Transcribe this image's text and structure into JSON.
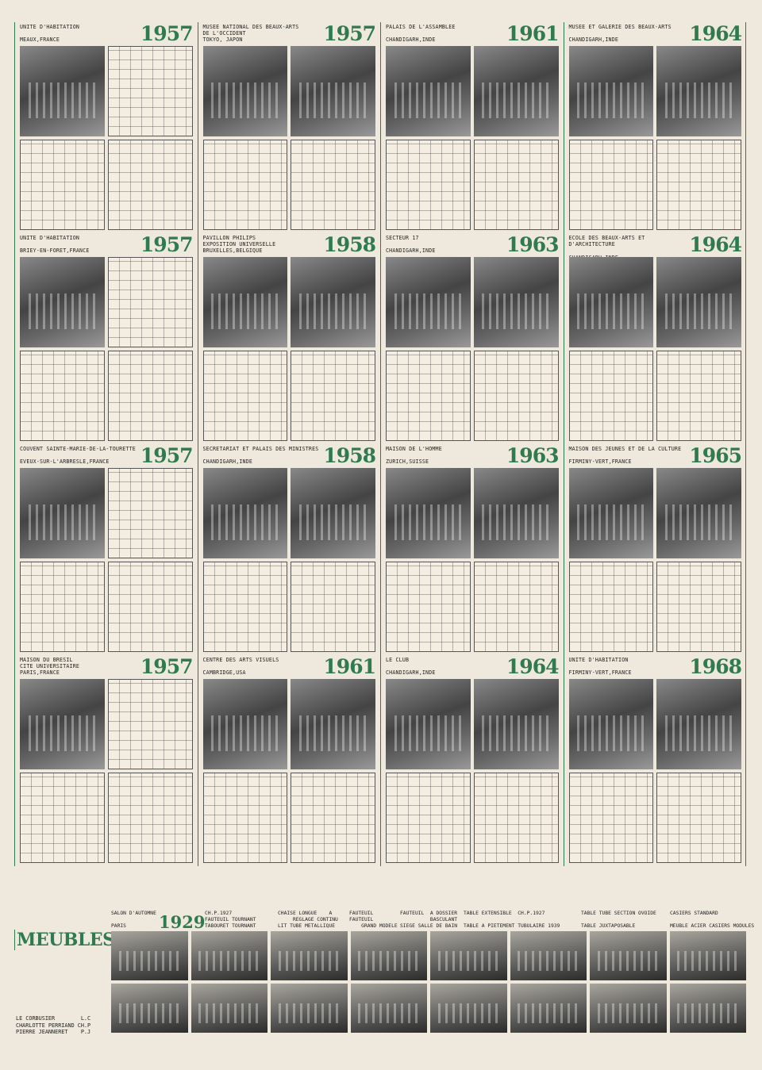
{
  "cells": [
    {
      "caption": "UNITE D'HABITATION\n\nMEAUX,FRANCE",
      "year": "1957"
    },
    {
      "caption": "MUSEE NATIONAL DES BEAUX-ARTS\nDE L'OCCIDENT\nTOKYO, JAPON",
      "year": "1957"
    },
    {
      "caption": "PALAIS DE L'ASSAMBLEE\n\nCHANDIGARH,INDE",
      "year": "1961"
    },
    {
      "caption": "MUSEE ET GALERIE DES BEAUX-ARTS\n\nCHANDIGARH,INDE",
      "year": "1964"
    },
    {
      "caption": "UNITE D'HABITATION\n\nBRIEY-EN-FORET,FRANCE",
      "year": "1957"
    },
    {
      "caption": "PAVILLON PHILIPS\nEXPOSITION UNIVERSELLE\nBRUXELLES,BELGIQUE",
      "year": "1958"
    },
    {
      "caption": "SECTEUR 17\n\nCHANDIGARH,INDE",
      "year": "1963"
    },
    {
      "caption": "ECOLE DES BEAUX-ARTS ET D'ARCHITECTURE\n\nCHANDIGARH,INDE",
      "year": "1964"
    },
    {
      "caption": "COUVENT SAINTE-MARIE-DE-LA-TOURETTE\n\nEVEUX-SUR-L'ARBRESLE,FRANCE",
      "year": "1957"
    },
    {
      "caption": "SECRETARIAT ET PALAIS DES MINISTRES\n\nCHANDIGARH,INDE",
      "year": "1958"
    },
    {
      "caption": "MAISON DE L'HOMME\n\nZURICH,SUISSE",
      "year": "1963"
    },
    {
      "caption": "MAISON DES JEUNES ET DE LA CULTURE\n\nFIRMINY-VERT,FRANCE",
      "year": "1965"
    },
    {
      "caption": "MAISON DU BRESIL\nCITE UNIVERSITAIRE\nPARIS,FRANCE",
      "year": "1957"
    },
    {
      "caption": "CENTRE DES ARTS VISUELS\n\nCAMBRIDGE,USA",
      "year": "1961"
    },
    {
      "caption": "LE CLUB\n\nCHANDIGARH,INDE",
      "year": "1964"
    },
    {
      "caption": "UNITE D'HABITATION\n\nFIRMINY-VERT,FRANCE",
      "year": "1968"
    }
  ],
  "meubles": {
    "title": "MEUBLES",
    "year": "1929",
    "captions": [
      "SALON D'AUTOMNE\n\nPARIS",
      "CH.P.1927\nFAUTEUIL TOURNANT\nTABOURET TOURNANT",
      "CHAISE LONGUE    A\n     REGLAGE CONTINU\nLIT TUBE METALLIQUE",
      "FAUTEUIL\nFAUTEUIL\n    GRAND MODELE",
      "FAUTEUIL  A DOSSIER\n          BASCULANT\nSIEGE SALLE DE BAIN",
      "TABLE EXTENSIBLE  CH.P.1927\n\nTABLE A PIETEMENT TUBULAIRE 1939",
      "TABLE TUBE SECTION OVOIDE\n\nTABLE JUXTAPOSABLE",
      "CASIERS STANDARD\n\nMEUBLE ACIER CASIERS MODULES"
    ],
    "credits": "LE CORBUSIER        L.C\nCHARLOTTE PERRIAND CH.P\nPIERRE JEANNERET    P.J"
  },
  "colors": {
    "accent": "#2f7b4f",
    "paper": "#efe8dc"
  }
}
